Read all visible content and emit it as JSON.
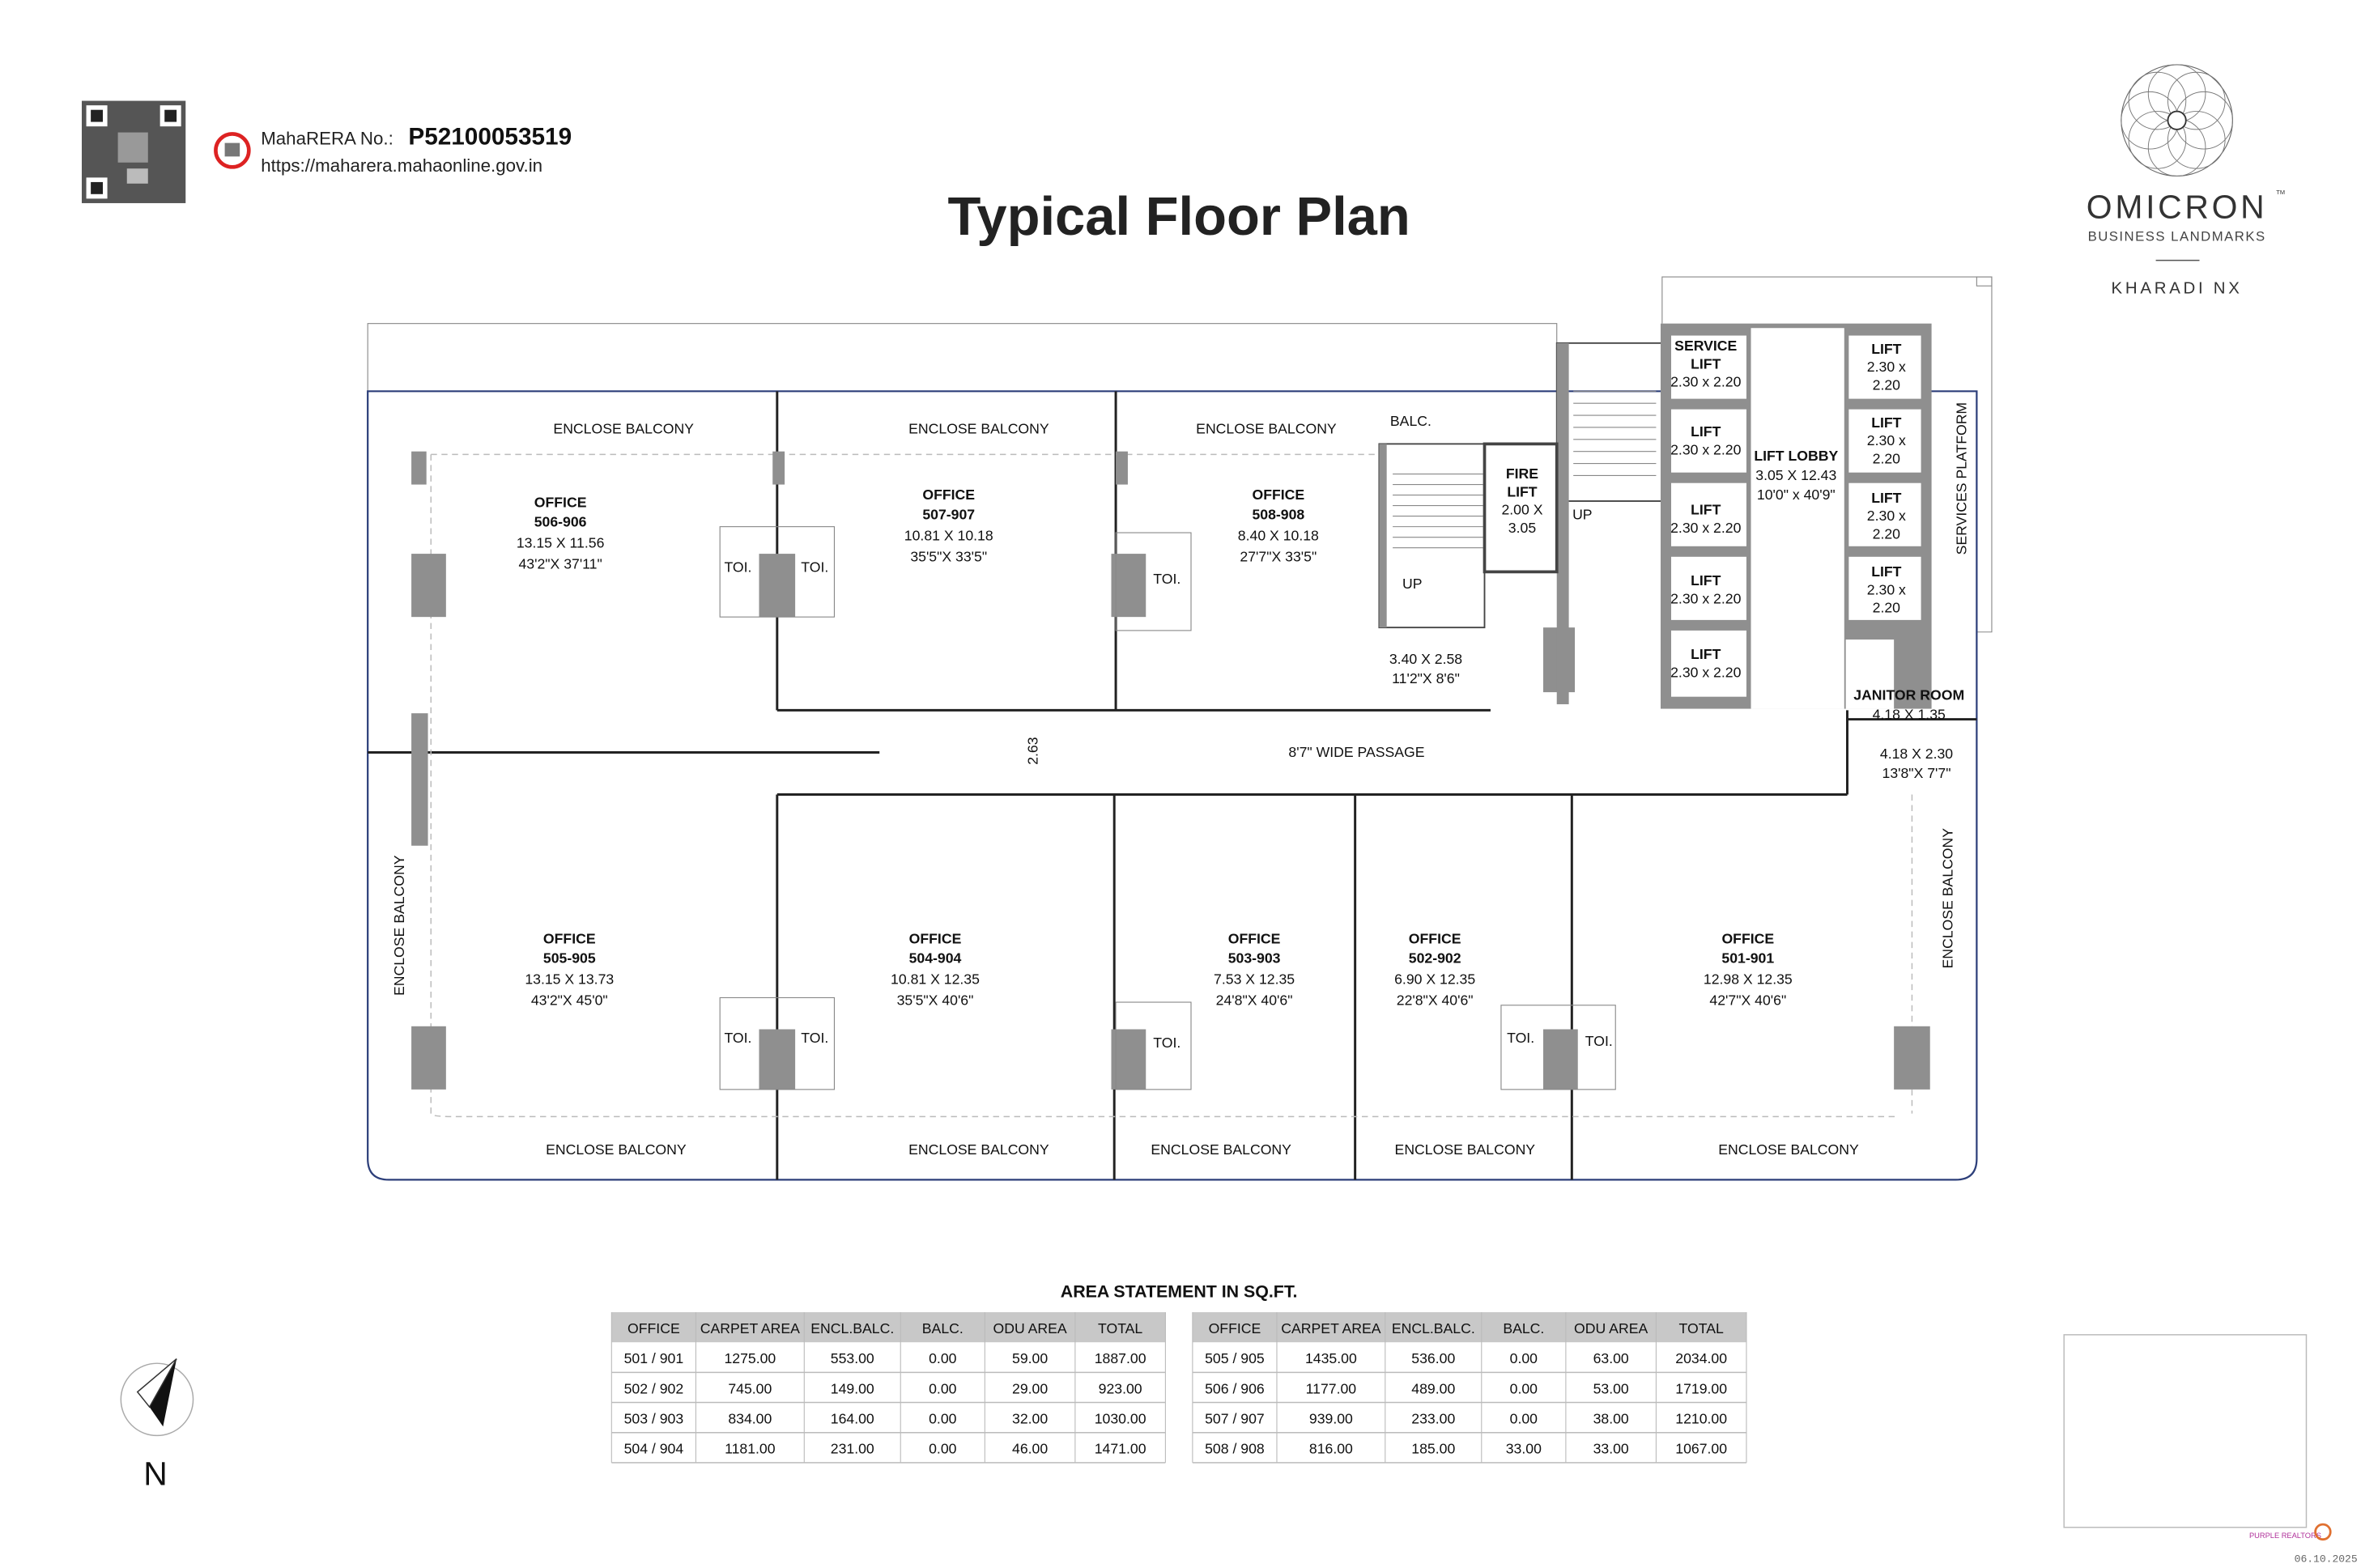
{
  "header": {
    "rera_label": "MahaRERA No.:",
    "rera_number": "P52100053519",
    "rera_url": "https://maharera.mahaonline.gov.in",
    "title": "Typical Floor Plan"
  },
  "brand": {
    "name": "OMICRON",
    "tm": "TM",
    "tagline": "BUSINESS LANDMARKS",
    "location": "KHARADI NX"
  },
  "plan": {
    "offices": [
      {
        "label": "OFFICE",
        "number": "506-906",
        "metric": "13.15 X 11.56",
        "imperial": "43'2\"X 37'11\""
      },
      {
        "label": "OFFICE",
        "number": "507-907",
        "metric": "10.81 X 10.18",
        "imperial": "35'5\"X 33'5\""
      },
      {
        "label": "OFFICE",
        "number": "508-908",
        "metric": "8.40 X 10.18",
        "imperial": "27'7\"X 33'5\""
      },
      {
        "label": "OFFICE",
        "number": "505-905",
        "metric": "13.15 X 13.73",
        "imperial": "43'2\"X 45'0\""
      },
      {
        "label": "OFFICE",
        "number": "504-904",
        "metric": "10.81 X 12.35",
        "imperial": "35'5\"X 40'6\""
      },
      {
        "label": "OFFICE",
        "number": "503-903",
        "metric": "7.53 X 12.35",
        "imperial": "24'8\"X 40'6\""
      },
      {
        "label": "OFFICE",
        "number": "502-902",
        "metric": "6.90 X 12.35",
        "imperial": "22'8\"X 40'6\""
      },
      {
        "label": "OFFICE",
        "number": "501-901",
        "metric": "12.98 X 12.35",
        "imperial": "42'7\"X 40'6\""
      }
    ],
    "enclose_balcony": "ENCLOSE BALCONY",
    "toilet": "TOI.",
    "balc": "BALC.",
    "fire_lift": {
      "l1": "FIRE",
      "l2": "LIFT",
      "dims": "2.00 X",
      "dims2": "3.05"
    },
    "up": "UP",
    "stair_room": {
      "metric": "3.40 X 2.58",
      "imperial": "11'2\"X 8'6\""
    },
    "passage_width": "2.63",
    "passage": "8'7\" WIDE PASSAGE",
    "service_lift": {
      "l1": "SERVICE",
      "l2": "LIFT",
      "dims": "2.30 x 2.20"
    },
    "lift_label": "LIFT",
    "lift_dims": "2.30 x 2.20",
    "lift_dims_a": "2.30 x",
    "lift_dims_b": "2.20",
    "lift_lobby": {
      "label": "LIFT LOBBY",
      "metric": "3.05 X 12.43",
      "imperial": "10'0\" x 40'9\""
    },
    "services_platform": "SERVICES  PLATFORM",
    "janitor": {
      "label": "JANITOR ROOM",
      "dims": "4.18 X 1.35"
    },
    "corner_room": {
      "metric": "4.18 X 2.30",
      "imperial": "13'8\"X 7'7\""
    }
  },
  "area_statement": {
    "title": "AREA STATEMENT IN SQ.FT.",
    "columns": [
      "OFFICE",
      "CARPET AREA",
      "ENCL.BALC.",
      "BALC.",
      "ODU AREA",
      "TOTAL"
    ],
    "left_rows": [
      [
        "501 / 901",
        "1275.00",
        "553.00",
        "0.00",
        "59.00",
        "1887.00"
      ],
      [
        "502 / 902",
        "745.00",
        "149.00",
        "0.00",
        "29.00",
        "923.00"
      ],
      [
        "503 / 903",
        "834.00",
        "164.00",
        "0.00",
        "32.00",
        "1030.00"
      ],
      [
        "504 / 904",
        "1181.00",
        "231.00",
        "0.00",
        "46.00",
        "1471.00"
      ]
    ],
    "right_rows": [
      [
        "505 / 905",
        "1435.00",
        "536.00",
        "0.00",
        "63.00",
        "2034.00"
      ],
      [
        "506 / 906",
        "1177.00",
        "489.00",
        "0.00",
        "53.00",
        "1719.00"
      ],
      [
        "507 / 907",
        "939.00",
        "233.00",
        "0.00",
        "38.00",
        "1210.00"
      ],
      [
        "508 / 908",
        "816.00",
        "185.00",
        "33.00",
        "33.00",
        "1067.00"
      ]
    ]
  },
  "compass": {
    "north": "N"
  },
  "footer": {
    "watermark_brand": "PURPLE REALTORS",
    "date": "06.10.2025"
  }
}
